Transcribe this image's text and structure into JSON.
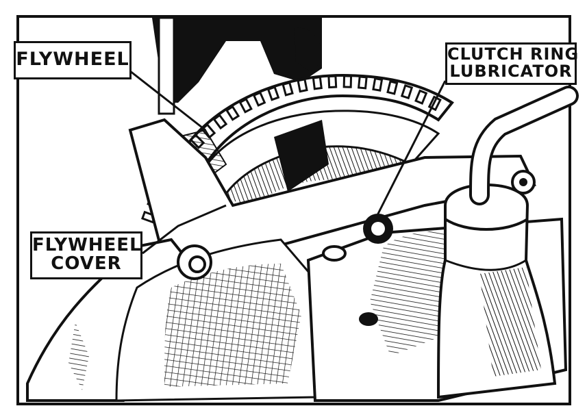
{
  "labels": {
    "flywheel": "FLYWHEEL",
    "flywheel_cover": [
      "FLYWHEEL",
      "COVER"
    ],
    "clutch_ring_lubricator": [
      "CLUTCH RING",
      "LUBRICATOR"
    ]
  },
  "colors": {
    "ink": "#111111",
    "paper": "#ffffff"
  }
}
